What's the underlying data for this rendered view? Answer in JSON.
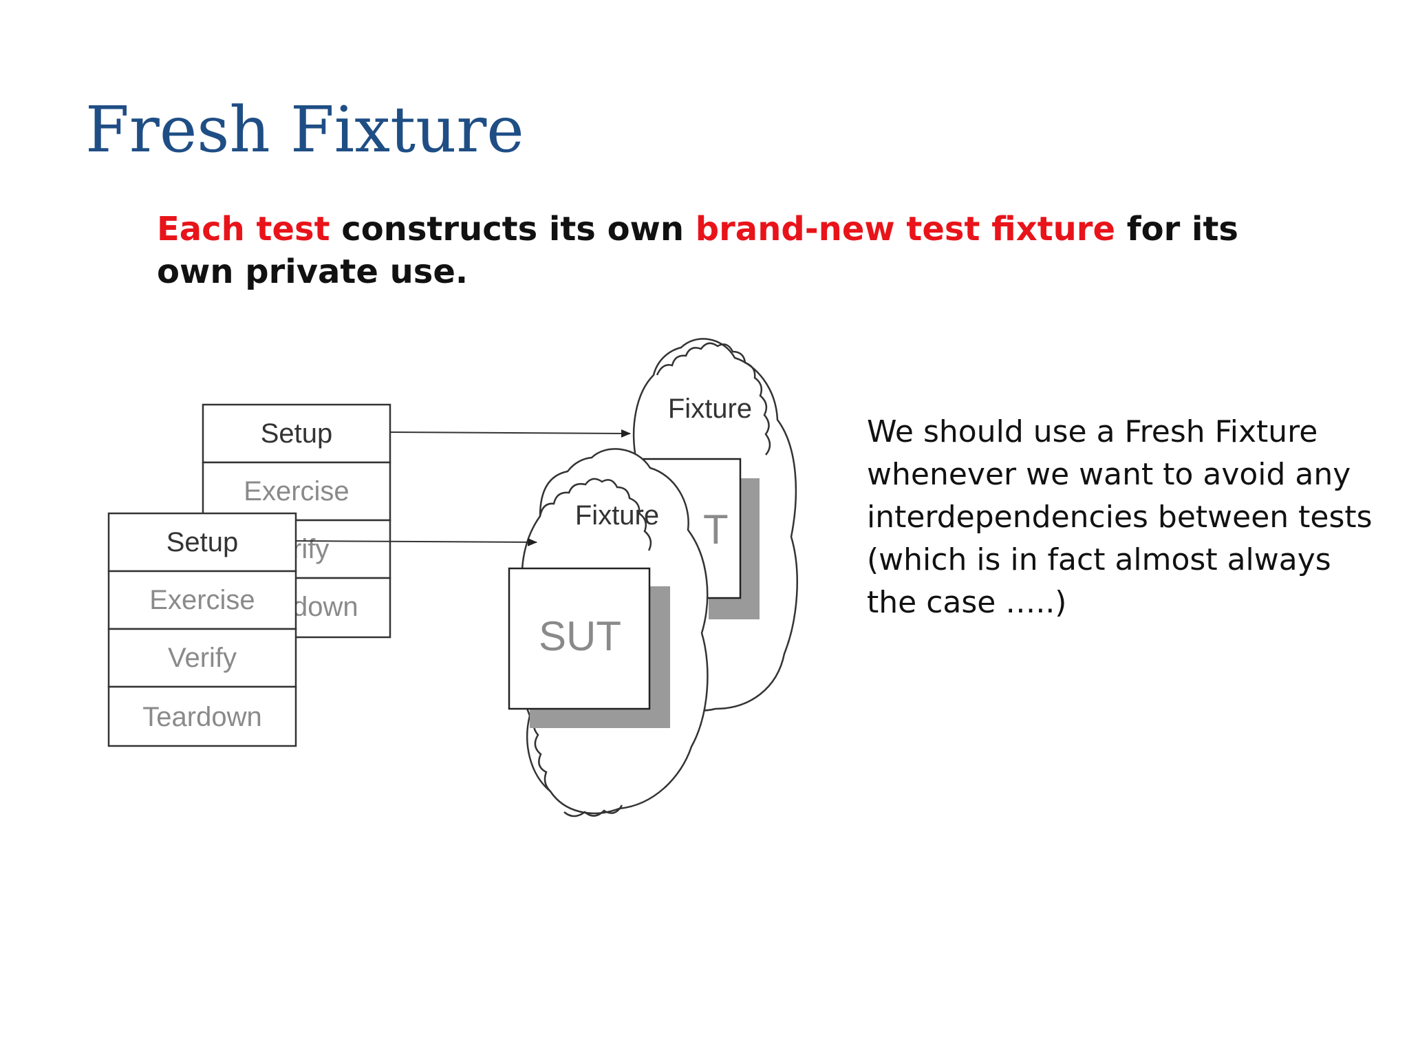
{
  "slide": {
    "title": "Fresh Fixture",
    "subtitle_parts": [
      {
        "text": "Each test",
        "highlight": true
      },
      {
        "text": " constructs its own ",
        "highlight": false
      },
      {
        "text": "brand-new test fixture",
        "highlight": true
      },
      {
        "text": " for its own private use.",
        "highlight": false
      }
    ],
    "side_text": "We should use a Fresh Fixture whenever we want to avoid any interdependencies between tests (which is in fact almost always the case …..)"
  },
  "colors": {
    "title": "#1f4e85",
    "highlight": "#e8141a",
    "body_text": "#111111",
    "shadow": "#9a9a9b"
  },
  "diagram": {
    "back_test": {
      "phases": [
        "Setup",
        "Exercise",
        "Verify",
        "Teardown"
      ],
      "visible_fragments": [
        "rify",
        "down"
      ]
    },
    "front_test": {
      "phases": [
        "Setup",
        "Exercise",
        "Verify",
        "Teardown"
      ]
    },
    "back_fixture": {
      "label": "Fixture",
      "sut_fragment": "T"
    },
    "front_fixture": {
      "label": "Fixture",
      "sut_label": "SUT"
    }
  }
}
